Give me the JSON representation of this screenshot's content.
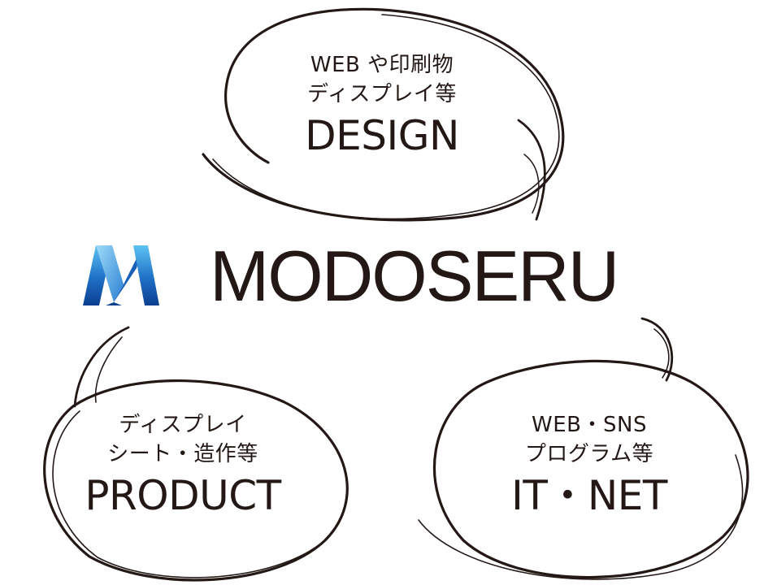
{
  "brand": {
    "name": "MODOSERU",
    "logo_letter": "M",
    "logo_colors": [
      "#3fa9e8",
      "#1f6fc7",
      "#0b3f8f"
    ]
  },
  "bubbles": {
    "design": {
      "line1": "WEB や印刷物",
      "line2": "ディスプレイ等",
      "title": "DESIGN"
    },
    "product": {
      "line1": "ディスプレイ",
      "line2": "シート・造作等",
      "title": "PRODUCT"
    },
    "it_net": {
      "line1": "WEB・SNS",
      "line2": "プログラム等",
      "title": "IT・NET"
    }
  },
  "colors": {
    "ink": "#231815",
    "background": "#ffffff"
  }
}
